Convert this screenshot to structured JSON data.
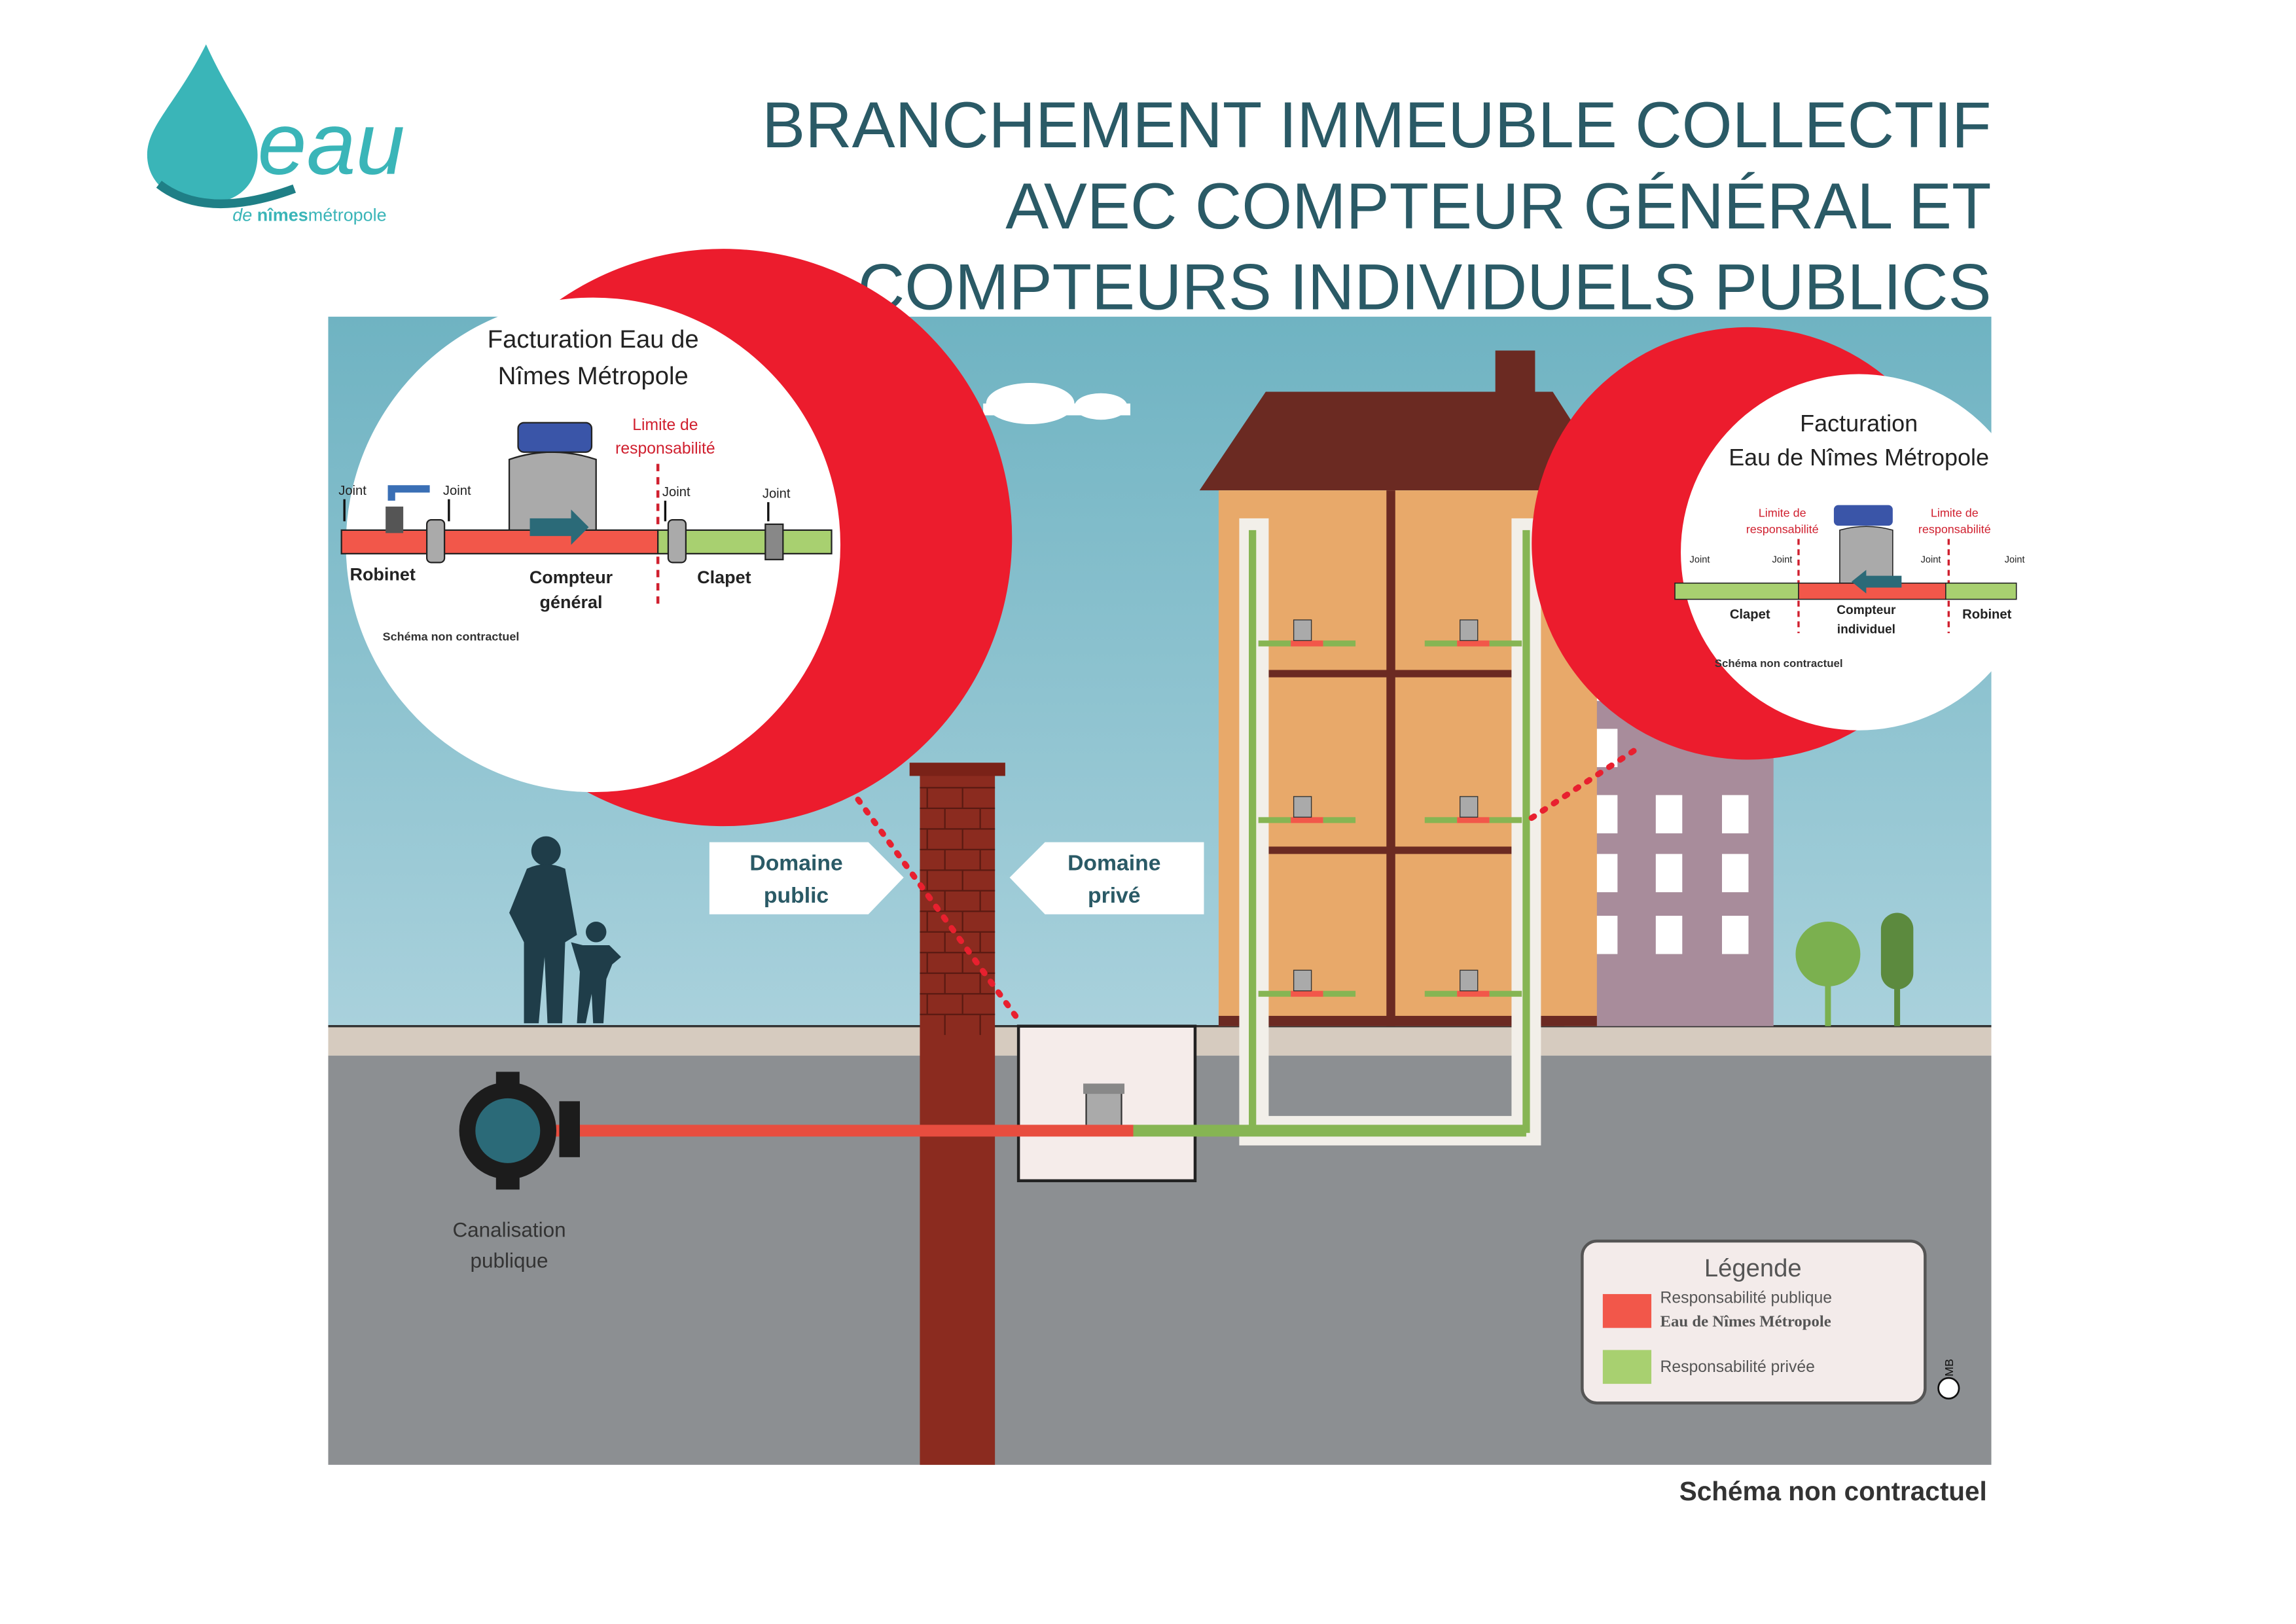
{
  "logo": {
    "word": "eau",
    "subtitle_prefix": "de",
    "subtitle_bold": "nîmes",
    "subtitle_rest": "métropole"
  },
  "title": {
    "lines": [
      "BRANCHEMENT IMMEUBLE COLLECTIF",
      "AVEC COMPTEUR GÉNÉRAL ET",
      "COMPTEURS INDIVIDUELS PUBLICS"
    ]
  },
  "bubble_general": {
    "heading": [
      "Facturation Eau de",
      "Nîmes Métropole"
    ],
    "limit": [
      "Limite de",
      "responsabilité"
    ],
    "joint": "Joint",
    "robinet": "Robinet",
    "compteur": [
      "Compteur",
      "général"
    ],
    "clapet": "Clapet",
    "note": "Schéma non contractuel"
  },
  "bubble_individual": {
    "heading": [
      "Facturation",
      "Eau de Nîmes  Métropole"
    ],
    "limit": [
      "Limite de",
      "responsabilité"
    ],
    "joint": "Joint",
    "clapet": "Clapet",
    "compteur": [
      "Compteur",
      "individuel"
    ],
    "robinet": "Robinet",
    "note": "Schéma non contractuel"
  },
  "domains": {
    "public": [
      "Domaine",
      "public"
    ],
    "private": [
      "Domaine",
      "privé"
    ]
  },
  "canalisation": [
    "Canalisation",
    "publique"
  ],
  "legend": {
    "title": "Légende",
    "items": [
      {
        "label": [
          "Responsabilité publique",
          "Eau de Nîmes Métropole"
        ],
        "color": "#f2574a"
      },
      {
        "label": [
          "Responsabilité privée"
        ],
        "color": "#a8d070"
      }
    ]
  },
  "copyright": "MB",
  "footer": "Schéma non contractuel",
  "colors": {
    "public": "#f2574a",
    "private": "#a8d070",
    "ring": "#ec1c2d",
    "title": "#2a5a66"
  }
}
